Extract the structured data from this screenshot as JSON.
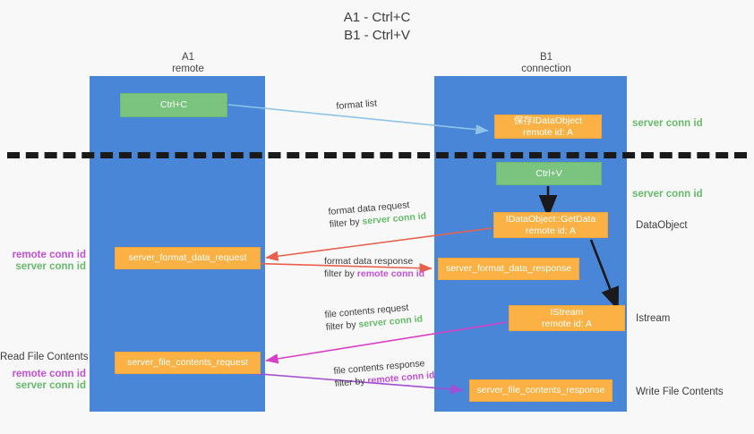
{
  "title": {
    "line1": "A1 - Ctrl+C",
    "line2": "B1 - Ctrl+V"
  },
  "columns": [
    {
      "name": "A1",
      "role": "remote"
    },
    {
      "name": "B1",
      "role": "connection"
    }
  ],
  "nodes": {
    "ctrl_c": {
      "label": "Ctrl+C",
      "color": "#7ac47f"
    },
    "save_idataobject": {
      "line1": "保存IDataObject",
      "line2": "remote id: A",
      "color": "#fbb144"
    },
    "ctrl_v": {
      "label": "Ctrl+V",
      "color": "#7ac47f"
    },
    "getdata": {
      "line1": "IDataObject::GetData",
      "line2": "remote id: A",
      "color": "#fbb144"
    },
    "server_format_data_request": {
      "label": "server_format_data_request",
      "color": "#fbb144"
    },
    "server_format_data_response": {
      "label": "server_format_data_response",
      "color": "#fbb144"
    },
    "istream": {
      "line1": "IStream",
      "line2": "remote id: A",
      "color": "#fbb144"
    },
    "server_file_contents_request": {
      "label": "server_file_contents_request",
      "color": "#fbb144"
    },
    "server_file_contents_response": {
      "label": "server_file_contents_response",
      "color": "#fbb144"
    }
  },
  "edge_labels": {
    "format_list": "format list",
    "format_data_request": "format data request",
    "format_data_request_filter_prefix": "filter by ",
    "format_data_request_filter_id": "server conn id",
    "format_data_response": "format data response",
    "format_data_response_filter_prefix": "filter by ",
    "format_data_response_filter_id": "remote conn id",
    "file_contents_request": "file contents request",
    "file_contents_request_filter_prefix": "filter by ",
    "file_contents_request_filter_id": "server conn id",
    "file_contents_response": "file contents response",
    "file_contents_response_filter_prefix": "filter by ",
    "file_contents_response_filter_id": "remote conn id"
  },
  "right_notes": {
    "server_conn_id_1": "server conn id",
    "server_conn_id_2": "server conn id",
    "dataobject": "DataObject",
    "istream": "Istream",
    "write_file_contents": "Write File Contents"
  },
  "left_notes": {
    "remote_conn_id_1": "remote conn id",
    "server_conn_id_1": "server conn id",
    "read_file_contents": "Read File Contents",
    "remote_conn_id_2": "remote conn id",
    "server_conn_id_2": "server conn id"
  },
  "colors": {
    "lane": "#4a86d8",
    "green_node": "#7ac47f",
    "orange_node": "#fbb144",
    "green_id_text": "#66bb6a",
    "purple_id_text": "#c34fd6",
    "arrow_light_blue": "#8ec4e8",
    "arrow_red": "#e8604c",
    "arrow_magenta": "#d93fc6",
    "arrow_purple": "#a24fd6",
    "arrow_black": "#1a1a1a",
    "divider": "#1a1a1a",
    "background": "#f8f8f8"
  }
}
